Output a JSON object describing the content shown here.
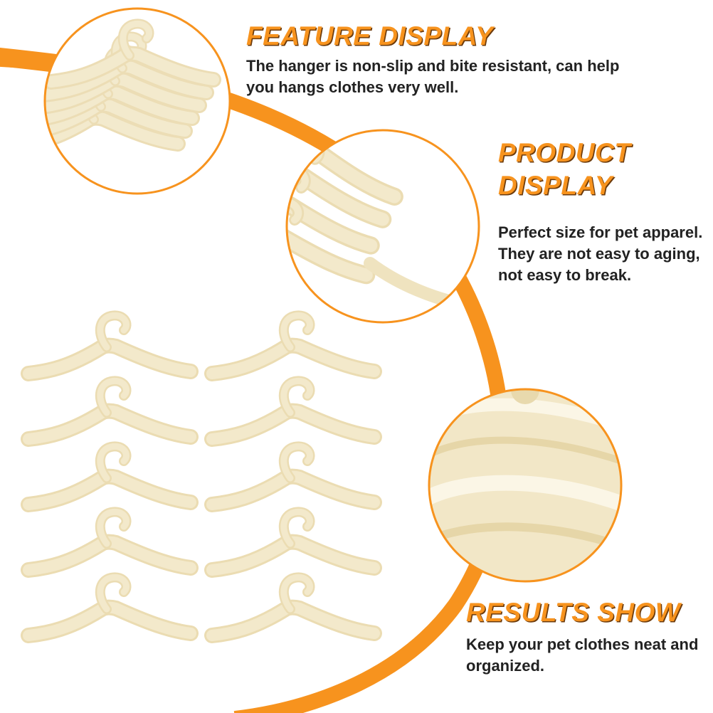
{
  "brand": {
    "accent": "#f7931e",
    "accent_dark": "#6b3a0c",
    "hanger": "#f1e6c4",
    "text": "#222222"
  },
  "sections": {
    "feature": {
      "title": "FEATURE DISPLAY",
      "text": "The hanger is non-slip and bite resistant, can help you hangs clothes very well."
    },
    "product": {
      "title": "PRODUCT DISPLAY",
      "text": "Perfect size for pet apparel. They are not easy to aging, not easy to break."
    },
    "results": {
      "title": "RESULTS SHOW",
      "text": "Keep your pet clothes neat and organized."
    }
  },
  "product": {
    "hanger_count": 10
  }
}
